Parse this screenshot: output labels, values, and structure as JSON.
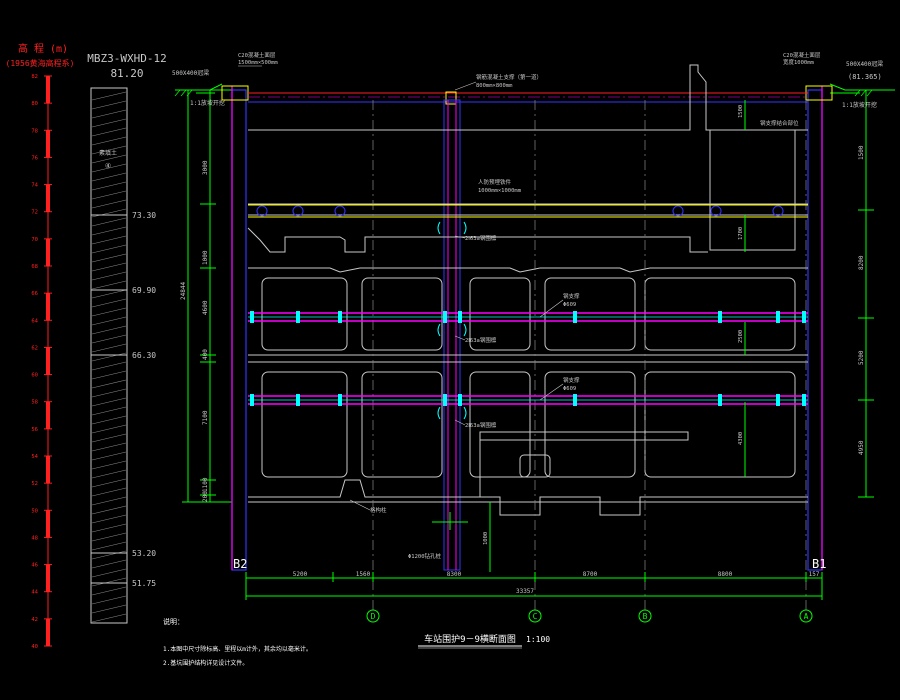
{
  "elevation_scale": {
    "title": "高 程 (m)",
    "subtitle": "(1956黄海高程系)",
    "ticks": [
      "82",
      "80",
      "78",
      "76",
      "74",
      "72",
      "70",
      "68",
      "66",
      "64",
      "62",
      "60",
      "58",
      "56",
      "54",
      "52",
      "50",
      "48",
      "46",
      "44",
      "42",
      "40"
    ]
  },
  "borehole": {
    "id": "MBZ3-WXHD-12",
    "top_elevation": "81.20",
    "layer_labels": [
      "素填土",
      "④"
    ],
    "depth_marks": [
      "73.30",
      "69.90",
      "66.30",
      "53.20",
      "51.75"
    ]
  },
  "labels": {
    "left_tag": "500X400冠梁",
    "right_tag": "500X400冠梁",
    "right_elev": "(81.365)",
    "left_slope": "1:1放坡开挖",
    "right_slope": "1:1放坡开挖",
    "crown_left": "C20混凝土面层",
    "crown_left2": "1500mm×500mm",
    "crown_right": "C20混凝土面层",
    "crown_right2": "宽度1000mm",
    "top_beam": "钢筋混凝土支撑（第一道）",
    "top_beam2": "800mm×800mm",
    "slab_note": "钢支撑结合部位",
    "top_beam_mid": "人防预埋铁件",
    "top_beam_mid2": "1000mm×1000mm",
    "strut_a": "2Ⅰ63a钢围檩",
    "strut_b": "2Ⅰ63a钢围檩",
    "strut_c": "2Ⅰ63a钢围檩",
    "steel_strut_1": "钢支撑",
    "steel_strut_1b": "Φ609",
    "steel_strut_2": "钢支撑",
    "steel_strut_2b": "Φ609",
    "column_note": "格构柱",
    "pile_note": "Φ1200钻孔桩",
    "b1": "B1",
    "b2": "B2"
  },
  "left_dims": [
    "3000",
    "1000",
    "4600",
    "400",
    "7100",
    "1100",
    "200"
  ],
  "left_total": "24844",
  "right_dims": [
    "1500",
    "8200",
    "5200",
    "4950"
  ],
  "bottom_dims": [
    "5200",
    "1560",
    "8300",
    "8700",
    "8800",
    "157"
  ],
  "bottom_total": "33357",
  "inner_dims": [
    "1500",
    "1700",
    "4300",
    "1000",
    "2500"
  ],
  "axes": [
    "D",
    "C",
    "B",
    "A"
  ],
  "title": {
    "main": "车站围护9－9横断面图",
    "scale": "1:100"
  },
  "notes": {
    "heading": "说明：",
    "items": [
      "1.本图中尺寸除标高、里程以m计外，其余均以毫米计。",
      "2.基坑围护结构详见设计文件。"
    ]
  },
  "colors": {
    "background": "#000000",
    "structure": "#c8c8c8",
    "pile": "#3333ff",
    "strut": "#ff00ff",
    "accent": "#ff2020",
    "dimension": "#00ff00",
    "text": "#ffffff",
    "yellow": "#ffff00",
    "cyan": "#00ffff"
  }
}
